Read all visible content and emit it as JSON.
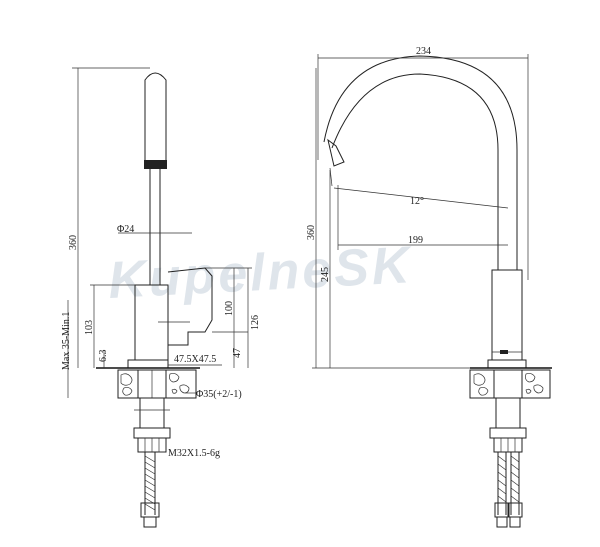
{
  "watermark": "KupelneSK",
  "left_view": {
    "dim_height": "360",
    "dim_diameter": "Φ24",
    "dim_body_height": "103",
    "dim_max_min": "Max 35-Min.1",
    "dim_6_3": "6.3",
    "dim_square": "47.5X47.5",
    "dim_100": "100",
    "dim_126": "126",
    "dim_47": "47",
    "dim_hole": "Φ35(+2/-1)",
    "dim_thread": "M32X1.5-6g"
  },
  "right_view": {
    "dim_width": "234",
    "dim_angle": "12°",
    "dim_reach": "199",
    "dim_height": "360",
    "dim_body": "245"
  },
  "colors": {
    "line": "#222222",
    "watermark": "#d8dfe6"
  }
}
